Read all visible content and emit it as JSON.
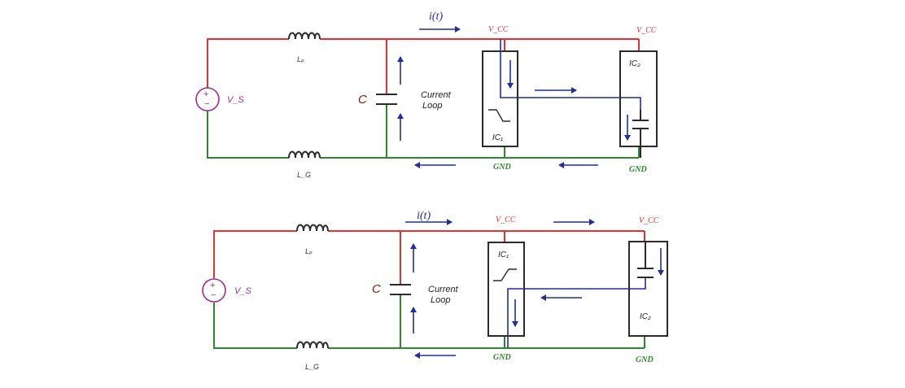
{
  "colors": {
    "supply_wire": "#e8312e",
    "ground_wire": "#2c8a2c",
    "current_path": "#1f2f9c",
    "source": "#9c2e92",
    "capacitor_label": "#8c1d12"
  },
  "top_circuit": {
    "inductor_power": "Lₚ",
    "inductor_ground": "L_G",
    "source_label": "V_S",
    "source_plus": "+",
    "source_minus": "−",
    "current_label": "i(t)",
    "capacitor_label": "C",
    "loop_label_1": "Current",
    "loop_label_2": "Loop",
    "vcc_1": "V_CC",
    "vcc_2": "V_CC",
    "gnd_1": "GND",
    "gnd_2": "GND",
    "ic1_label": "IC₁",
    "ic2_label": "IC₂"
  },
  "bottom_circuit": {
    "inductor_power": "Lₚ",
    "inductor_ground": "L_G",
    "source_label": "V_S",
    "source_plus": "+",
    "source_minus": "−",
    "current_label": "i(t)",
    "capacitor_label": "C",
    "loop_label_1": "Current",
    "loop_label_2": "Loop",
    "vcc_1": "V_CC",
    "vcc_2": "V_CC",
    "gnd_1": "GND",
    "gnd_2": "GND",
    "ic1_label": "IC₁",
    "ic2_label": "IC₂"
  }
}
